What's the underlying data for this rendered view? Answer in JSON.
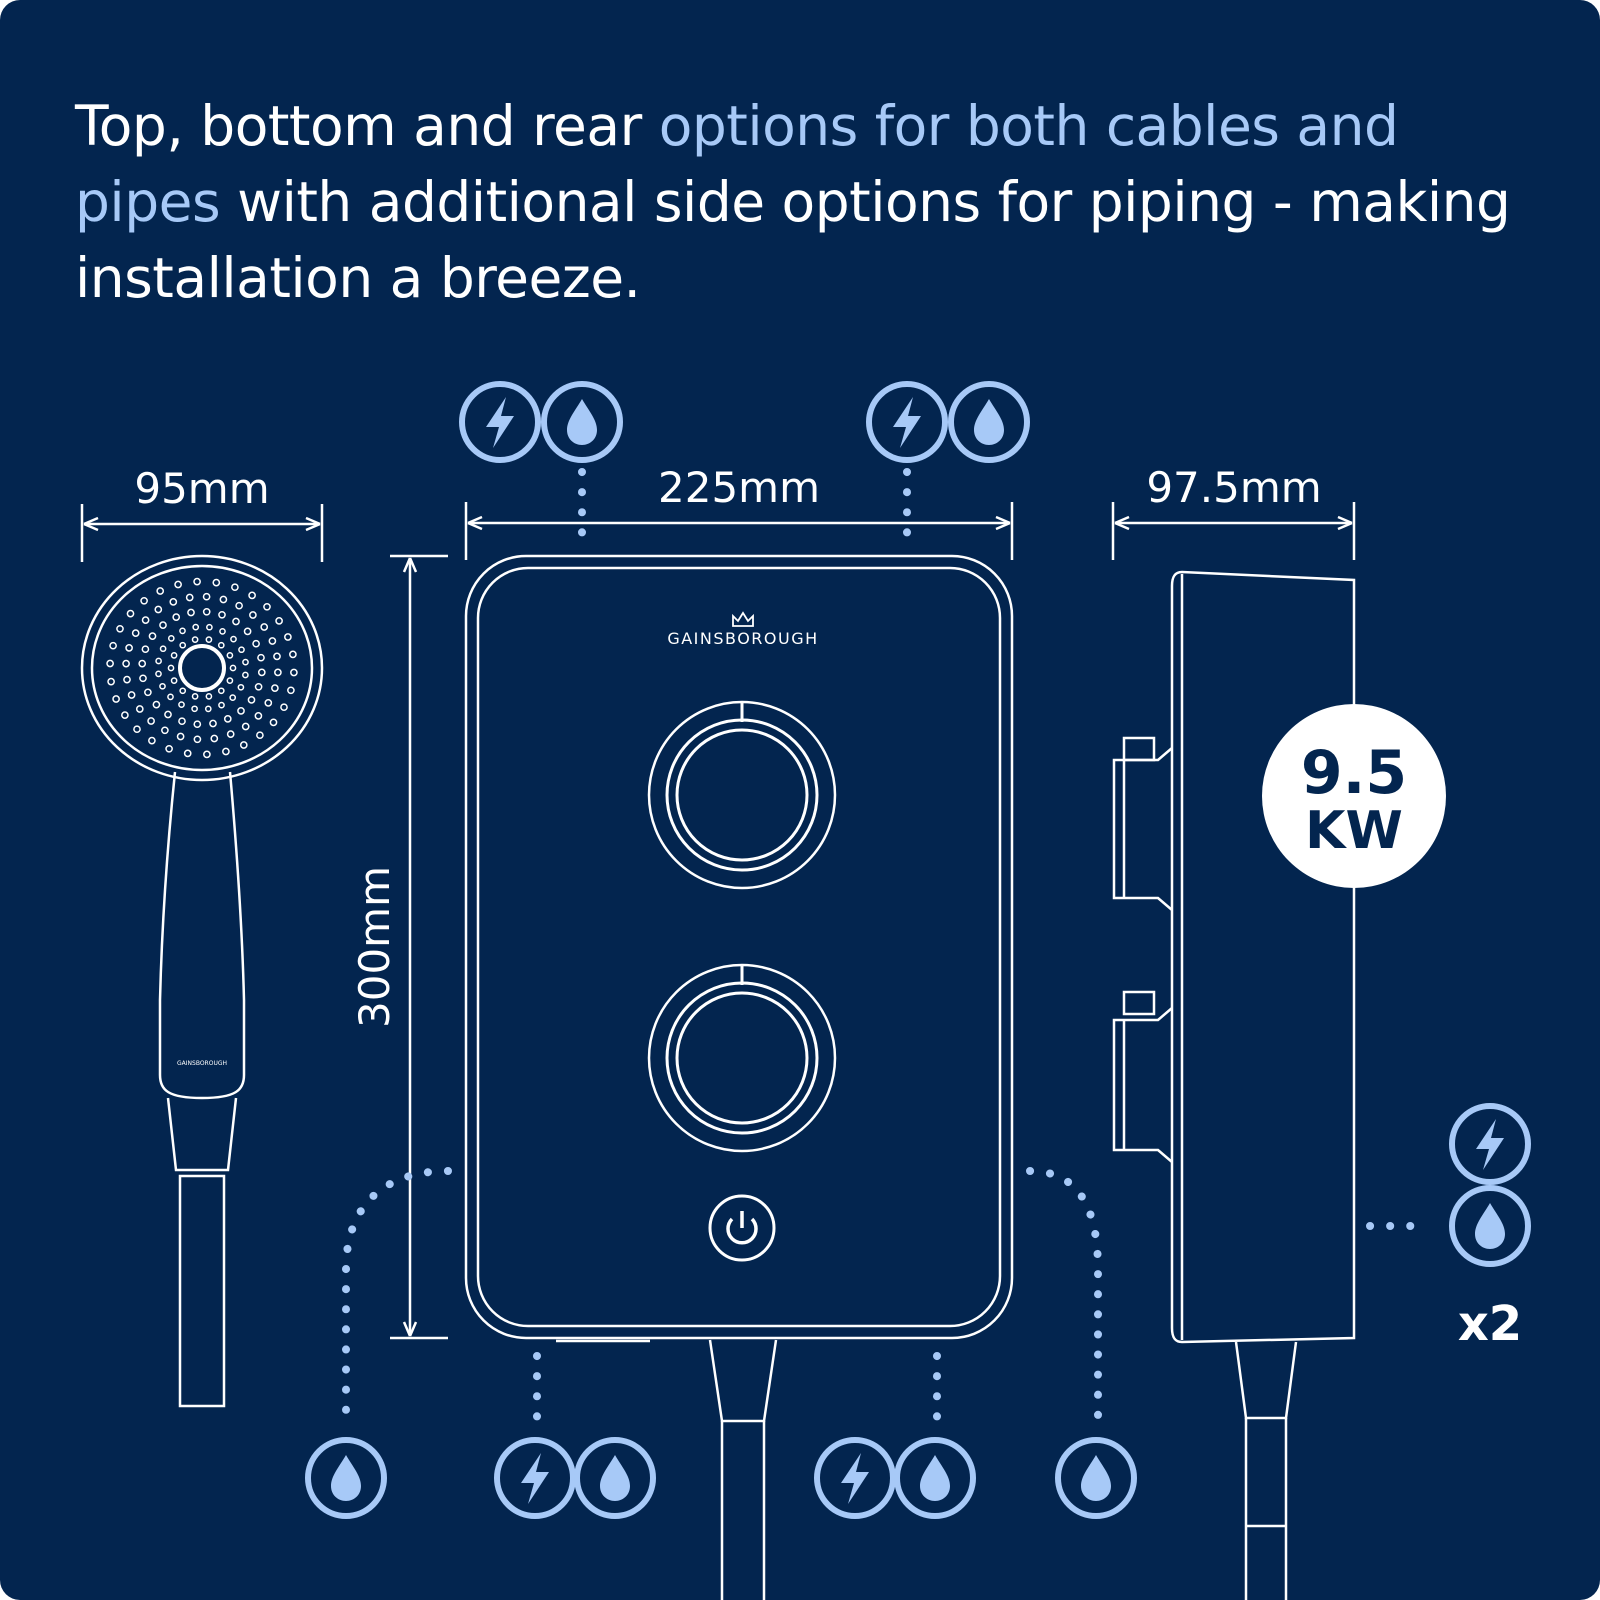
{
  "headline": {
    "part1": "Top, bottom and rear ",
    "highlight": "options for both cables and pipes",
    "part2": " with additional side options for piping - making installation a breeze."
  },
  "dimensions": {
    "handset_width": "95mm",
    "unit_width": "225mm",
    "unit_height": "300mm",
    "unit_depth": "97.5mm"
  },
  "brand": {
    "unit": "GAINSBOROUGH",
    "handset": "GAINSBOROUGH"
  },
  "power": {
    "value": "9.5",
    "unit": "KW"
  },
  "rear_entry_count": "x2",
  "colors": {
    "background": "#03254f",
    "accent": "#a7c9f7",
    "line": "#ffffff"
  },
  "icons": {
    "cable": "lightning-bolt-icon",
    "pipe": "water-drop-icon"
  }
}
